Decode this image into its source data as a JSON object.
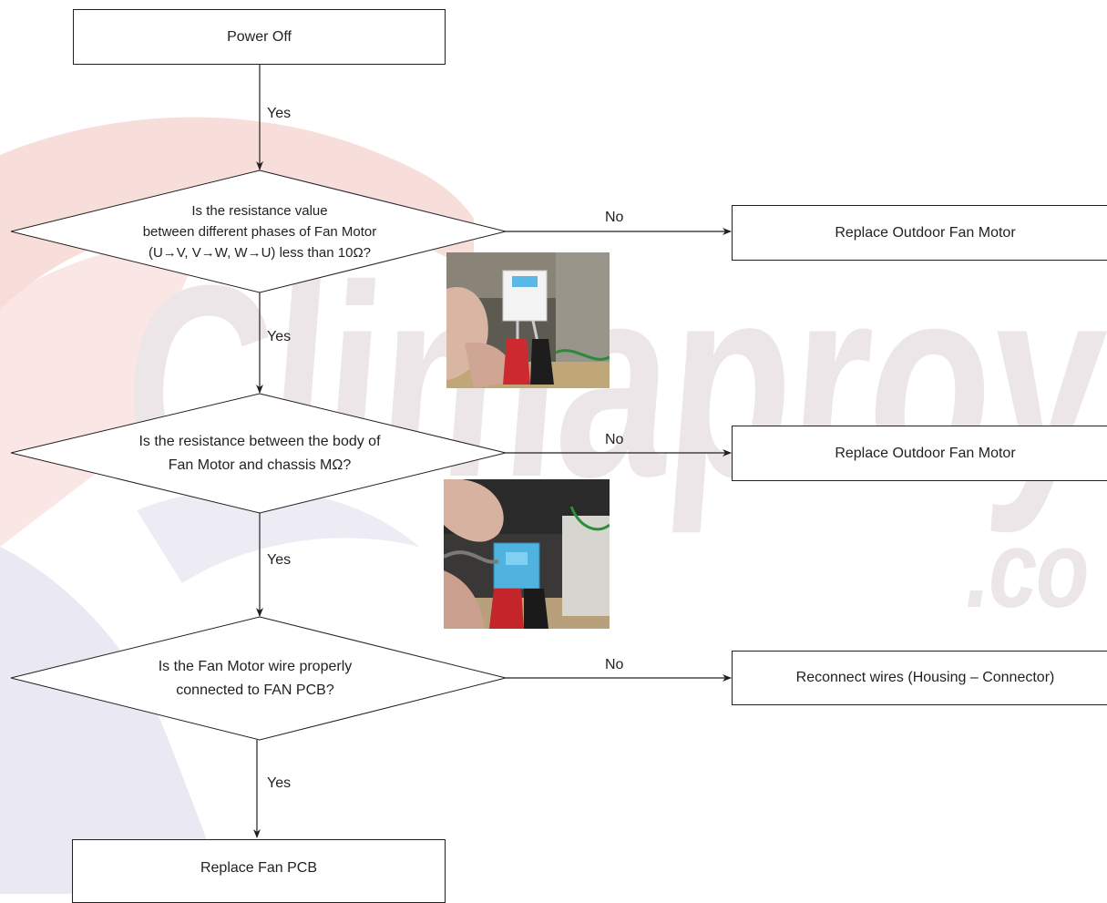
{
  "watermark": {
    "main": "Climaproyecto",
    "domain": ".co"
  },
  "flow": {
    "start": "Power Off",
    "q1": [
      "Is the resistance value",
      "between different phases of Fan Motor",
      "(U→V, V→W, W→U) less than 10Ω?"
    ],
    "q2": [
      "Is the resistance between the body of",
      "Fan Motor and chassis MΩ?"
    ],
    "q3": [
      "Is the Fan Motor wire properly",
      "connected to FAN PCB?"
    ],
    "no1": "Replace  Outdoor Fan Motor",
    "no2": "Replace  Outdoor Fan Motor",
    "no3": "Reconnect wires (Housing – Connector)",
    "end": "Replace  Fan PCB",
    "edge_labels": {
      "yes1": "Yes",
      "yes2": "Yes",
      "yes3": "Yes",
      "yes4": "Yes",
      "no1": "No",
      "no2": "No",
      "no3": "No"
    }
  },
  "colors": {
    "line": "#231f20",
    "watermark_red": "#f3c7c2",
    "watermark_blue": "#d9d9ec",
    "watermark_text": "#ece6e8"
  }
}
